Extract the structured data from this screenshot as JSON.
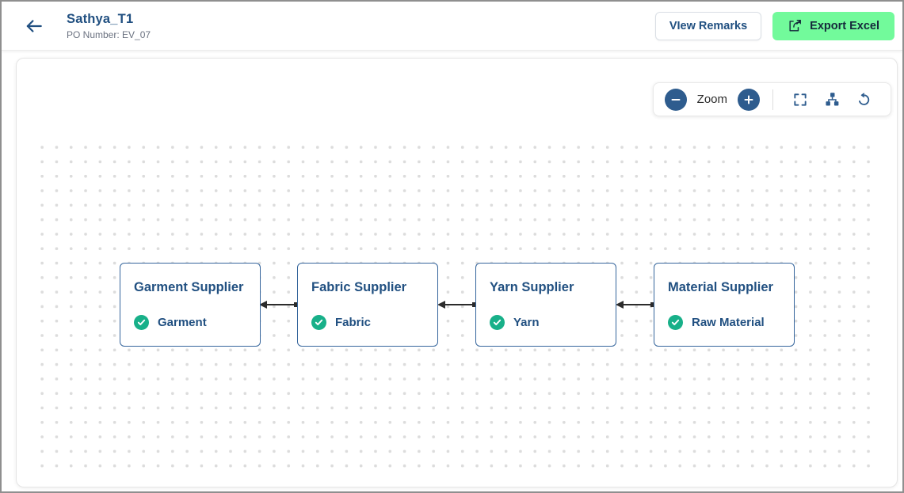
{
  "header": {
    "back_icon": "arrow-left-icon",
    "title": "Sathya_T1",
    "subtitle": "PO Number: EV_07",
    "view_remarks_label": "VIew Remarks",
    "export_excel_label": "Export Excel",
    "export_icon": "export-share-icon"
  },
  "toolbar": {
    "zoom_out_icon": "minus-circle-icon",
    "zoom_label": "Zoom",
    "zoom_in_icon": "plus-circle-icon",
    "fit_view_icon": "fullscreen-corners-icon",
    "layout_icon": "org-chart-icon",
    "reset_icon": "rotate-reset-icon"
  },
  "colors": {
    "brand_blue_text": "#215081",
    "control_blue": "#2e5c8e",
    "node_border_blue": "#35659c",
    "check_green": "#18b089",
    "export_button_green": "#72fa9b",
    "edge_black": "#2b2b2b",
    "grid_dot_gray": "#dcdcdc"
  },
  "diagram": {
    "nodes": [
      {
        "title": "Garment Supplier",
        "status_label": "Garment",
        "status_icon": "check-circle-icon"
      },
      {
        "title": "Fabric Supplier",
        "status_label": "Fabric",
        "status_icon": "check-circle-icon"
      },
      {
        "title": "Yarn Supplier",
        "status_label": "Yarn",
        "status_icon": "check-circle-icon"
      },
      {
        "title": "Material Supplier",
        "status_label": "Raw Material",
        "status_icon": "check-circle-icon"
      }
    ],
    "edges": [
      {
        "from": "Fabric Supplier",
        "to": "Garment Supplier",
        "direction": "right-to-left"
      },
      {
        "from": "Yarn Supplier",
        "to": "Fabric Supplier",
        "direction": "right-to-left"
      },
      {
        "from": "Material Supplier",
        "to": "Yarn Supplier",
        "direction": "right-to-left"
      }
    ]
  }
}
